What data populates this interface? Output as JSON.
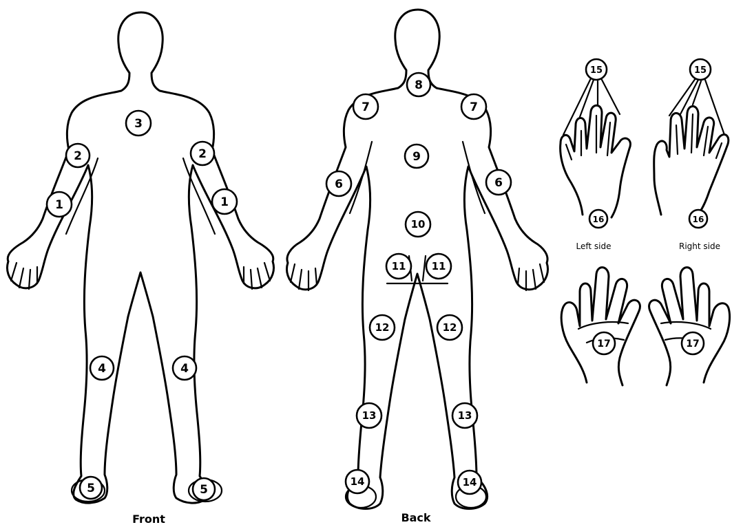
{
  "captions": {
    "front": "Front",
    "back": "Back",
    "left_side": "Left side",
    "right_side": "Right side"
  },
  "markers": {
    "front": {
      "m1_left": "1",
      "m1_right": "1",
      "m2_left": "2",
      "m2_right": "2",
      "m3": "3",
      "m4_left": "4",
      "m4_right": "4",
      "m5_left": "5",
      "m5_right": "5"
    },
    "back": {
      "m6_left": "6",
      "m6_right": "6",
      "m7_left": "7",
      "m7_right": "7",
      "m8": "8",
      "m9": "9",
      "m10": "10",
      "m11_left": "11",
      "m11_right": "11",
      "m12_left": "12",
      "m12_right": "12",
      "m13_left": "13",
      "m13_right": "13",
      "m14_left": "14",
      "m14_right": "14"
    },
    "hands": {
      "m15_left": "15",
      "m15_right": "15",
      "m16_left": "16",
      "m16_right": "16",
      "m17_left": "17",
      "m17_right": "17"
    }
  },
  "colors": {
    "line": "#000000",
    "background": "#ffffff"
  }
}
